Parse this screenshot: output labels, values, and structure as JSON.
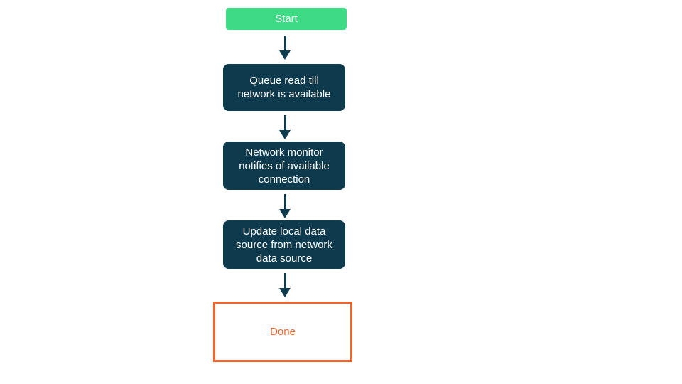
{
  "diagram": {
    "type": "flowchart",
    "direction": "top-down",
    "background": "#ffffff",
    "colors": {
      "start_node_bg": "#3ddc84",
      "process_node_bg": "#0e3a4e",
      "node_text_light": "#ffffff",
      "end_node_border": "#f0632a",
      "end_node_text": "#f0632a",
      "arrow": "#0e3a4e"
    },
    "nodes": [
      {
        "id": "start",
        "type": "start",
        "label": "Start"
      },
      {
        "id": "queue",
        "type": "process",
        "label": [
          "Queue read till",
          "network is available"
        ]
      },
      {
        "id": "monitor",
        "type": "process",
        "label": [
          "Network monitor",
          "notifies of available",
          "connection"
        ]
      },
      {
        "id": "update",
        "type": "process",
        "label": [
          "Update local data",
          "source from network",
          "data source"
        ]
      },
      {
        "id": "done",
        "type": "end",
        "label": "Done"
      }
    ],
    "edges": [
      {
        "from": "start",
        "to": "queue"
      },
      {
        "from": "queue",
        "to": "monitor"
      },
      {
        "from": "monitor",
        "to": "update"
      },
      {
        "from": "update",
        "to": "done"
      }
    ]
  }
}
